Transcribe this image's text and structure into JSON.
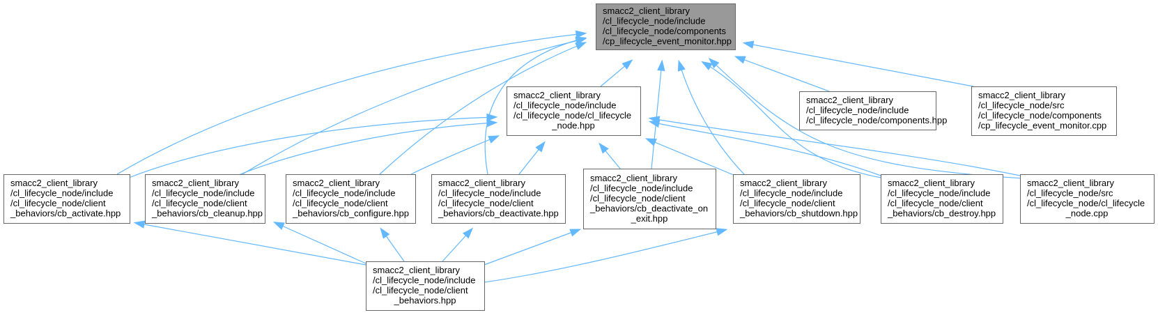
{
  "diagram": {
    "type": "include-dependency-graph",
    "edge_color": "#63b8ff",
    "focus_fill": "#999999",
    "node_fill": "#ffffff",
    "border_color": "#666666",
    "nodes": [
      {
        "id": "n0",
        "focus": true,
        "lines": [
          "smacc2_client_library",
          "/cl_lifecycle_node/include",
          "/cl_lifecycle_node/components",
          "/cp_lifecycle_event_monitor.hpp"
        ],
        "align": "left"
      },
      {
        "id": "n1",
        "focus": false,
        "lines": [
          "smacc2_client_library",
          "/cl_lifecycle_node/include",
          "/cl_lifecycle_node/cl_lifecycle",
          "_node.hpp"
        ],
        "align": "mixed"
      },
      {
        "id": "n2",
        "focus": false,
        "lines": [
          "smacc2_client_library",
          "/cl_lifecycle_node/include",
          "/cl_lifecycle_node/components.hpp"
        ],
        "align": "left"
      },
      {
        "id": "n3",
        "focus": false,
        "lines": [
          "smacc2_client_library",
          "/cl_lifecycle_node/src",
          "/cl_lifecycle_node/components",
          "/cp_lifecycle_event_monitor.cpp"
        ],
        "align": "left"
      },
      {
        "id": "n4",
        "focus": false,
        "lines": [
          "smacc2_client_library",
          "/cl_lifecycle_node/include",
          "/cl_lifecycle_node/client",
          "_behaviors/cb_activate.hpp"
        ],
        "align": "left"
      },
      {
        "id": "n5",
        "focus": false,
        "lines": [
          "smacc2_client_library",
          "/cl_lifecycle_node/include",
          "/cl_lifecycle_node/client",
          "_behaviors/cb_cleanup.hpp"
        ],
        "align": "left"
      },
      {
        "id": "n6",
        "focus": false,
        "lines": [
          "smacc2_client_library",
          "/cl_lifecycle_node/include",
          "/cl_lifecycle_node/client",
          "_behaviors/cb_configure.hpp"
        ],
        "align": "left"
      },
      {
        "id": "n7",
        "focus": false,
        "lines": [
          "smacc2_client_library",
          "/cl_lifecycle_node/include",
          "/cl_lifecycle_node/client",
          "_behaviors/cb_deactivate.hpp"
        ],
        "align": "left"
      },
      {
        "id": "n8",
        "focus": false,
        "lines": [
          "smacc2_client_library",
          "/cl_lifecycle_node/include",
          "/cl_lifecycle_node/client",
          "_behaviors/cb_deactivate_on",
          "_exit.hpp"
        ],
        "align": "mixed"
      },
      {
        "id": "n9",
        "focus": false,
        "lines": [
          "smacc2_client_library",
          "/cl_lifecycle_node/include",
          "/cl_lifecycle_node/client",
          "_behaviors/cb_shutdown.hpp"
        ],
        "align": "left"
      },
      {
        "id": "n10",
        "focus": false,
        "lines": [
          "smacc2_client_library",
          "/cl_lifecycle_node/include",
          "/cl_lifecycle_node/client",
          "_behaviors/cb_destroy.hpp"
        ],
        "align": "left"
      },
      {
        "id": "n11",
        "focus": false,
        "lines": [
          "smacc2_client_library",
          "/cl_lifecycle_node/src",
          "/cl_lifecycle_node/cl_lifecycle",
          "_node.cpp"
        ],
        "align": "mixed"
      },
      {
        "id": "n12",
        "focus": false,
        "lines": [
          "smacc2_client_library",
          "/cl_lifecycle_node/include",
          "/cl_lifecycle_node/client",
          "_behaviors.hpp"
        ],
        "align": "mixed"
      }
    ],
    "edges": [
      {
        "from": "n1",
        "to": "n0"
      },
      {
        "from": "n2",
        "to": "n0"
      },
      {
        "from": "n3",
        "to": "n0"
      },
      {
        "from": "n4",
        "to": "n0"
      },
      {
        "from": "n5",
        "to": "n0"
      },
      {
        "from": "n6",
        "to": "n0"
      },
      {
        "from": "n7",
        "to": "n0"
      },
      {
        "from": "n8",
        "to": "n0"
      },
      {
        "from": "n9",
        "to": "n0"
      },
      {
        "from": "n10",
        "to": "n0"
      },
      {
        "from": "n11",
        "to": "n0"
      },
      {
        "from": "n4",
        "to": "n1"
      },
      {
        "from": "n5",
        "to": "n1"
      },
      {
        "from": "n6",
        "to": "n1"
      },
      {
        "from": "n7",
        "to": "n1"
      },
      {
        "from": "n8",
        "to": "n1"
      },
      {
        "from": "n9",
        "to": "n1"
      },
      {
        "from": "n10",
        "to": "n1"
      },
      {
        "from": "n11",
        "to": "n1"
      },
      {
        "from": "n12",
        "to": "n4"
      },
      {
        "from": "n12",
        "to": "n5"
      },
      {
        "from": "n12",
        "to": "n6"
      },
      {
        "from": "n12",
        "to": "n7"
      },
      {
        "from": "n12",
        "to": "n8"
      },
      {
        "from": "n12",
        "to": "n9"
      }
    ]
  }
}
